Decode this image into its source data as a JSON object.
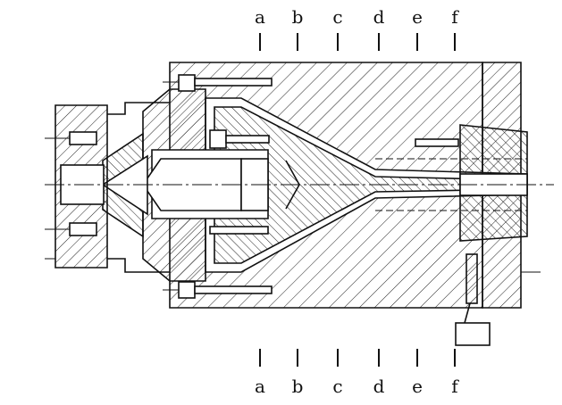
{
  "figure": {
    "section_labels_top": [
      "a",
      "b",
      "c",
      "d",
      "e",
      "f"
    ],
    "section_labels_bottom": [
      "a",
      "b",
      "c",
      "d",
      "e",
      "f"
    ]
  },
  "colors": {
    "line": "#111111",
    "background": "#ffffff"
  }
}
